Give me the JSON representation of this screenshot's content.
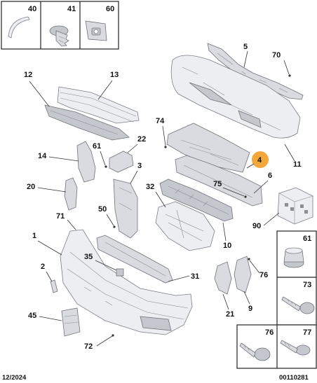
{
  "callouts": {
    "top_box": [
      "40",
      "41",
      "60"
    ],
    "right_box": [
      "61",
      "73"
    ],
    "bottom_box": [
      "76",
      "77"
    ],
    "p5": "5",
    "p70": "70",
    "p11": "11",
    "p4": "4",
    "p6": "6",
    "p75": "75",
    "p74": "74",
    "p12": "12",
    "p13": "13",
    "p14": "14",
    "p61": "61",
    "p22": "22",
    "p3": "3",
    "p20": "20",
    "p32": "32",
    "p50": "50",
    "p71": "71",
    "p90": "90",
    "p10": "10",
    "p1": "1",
    "p35": "35",
    "p2": "2",
    "p31": "31",
    "p76": "76",
    "p21": "21",
    "p9": "9",
    "p45": "45",
    "p72": "72"
  },
  "footer": {
    "date": "12/2024",
    "code": "00110281"
  },
  "colors": {
    "highlight": "#f2a83b",
    "outline": "#222222",
    "part_fill": "#d9dbe0"
  }
}
